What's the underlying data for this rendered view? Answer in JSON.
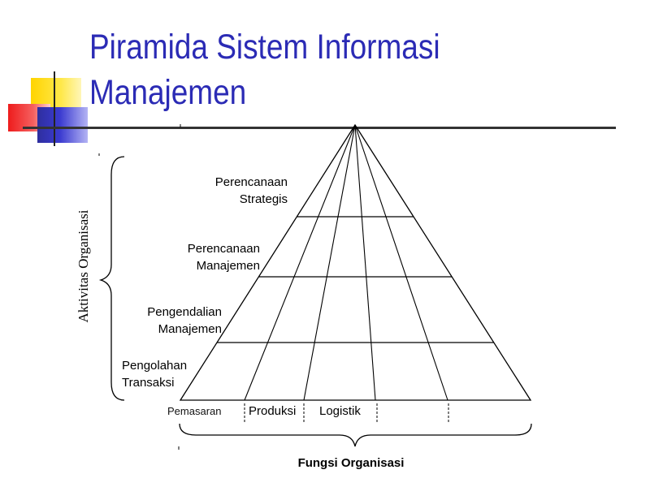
{
  "slide": {
    "title_line1": "Piramida Sistem Informasi",
    "title_line2": "Manajemen",
    "title_color": "#2b2bb5"
  },
  "pyramid": {
    "levels": [
      {
        "line1": "Perencanaan",
        "line2": "Strategis"
      },
      {
        "line1": "Perencanaan",
        "line2": "Manajemen"
      },
      {
        "line1": "Pengendalian",
        "line2": "Manajemen"
      },
      {
        "line1": "Pengolahan",
        "line2": "Transaksi"
      }
    ],
    "functions": [
      "Pemasaran",
      "Produksi",
      "Logistik"
    ],
    "vertical_axis_label": "Aktivitas Organisasi",
    "horizontal_axis_label": "Fungsi Organisasi"
  }
}
